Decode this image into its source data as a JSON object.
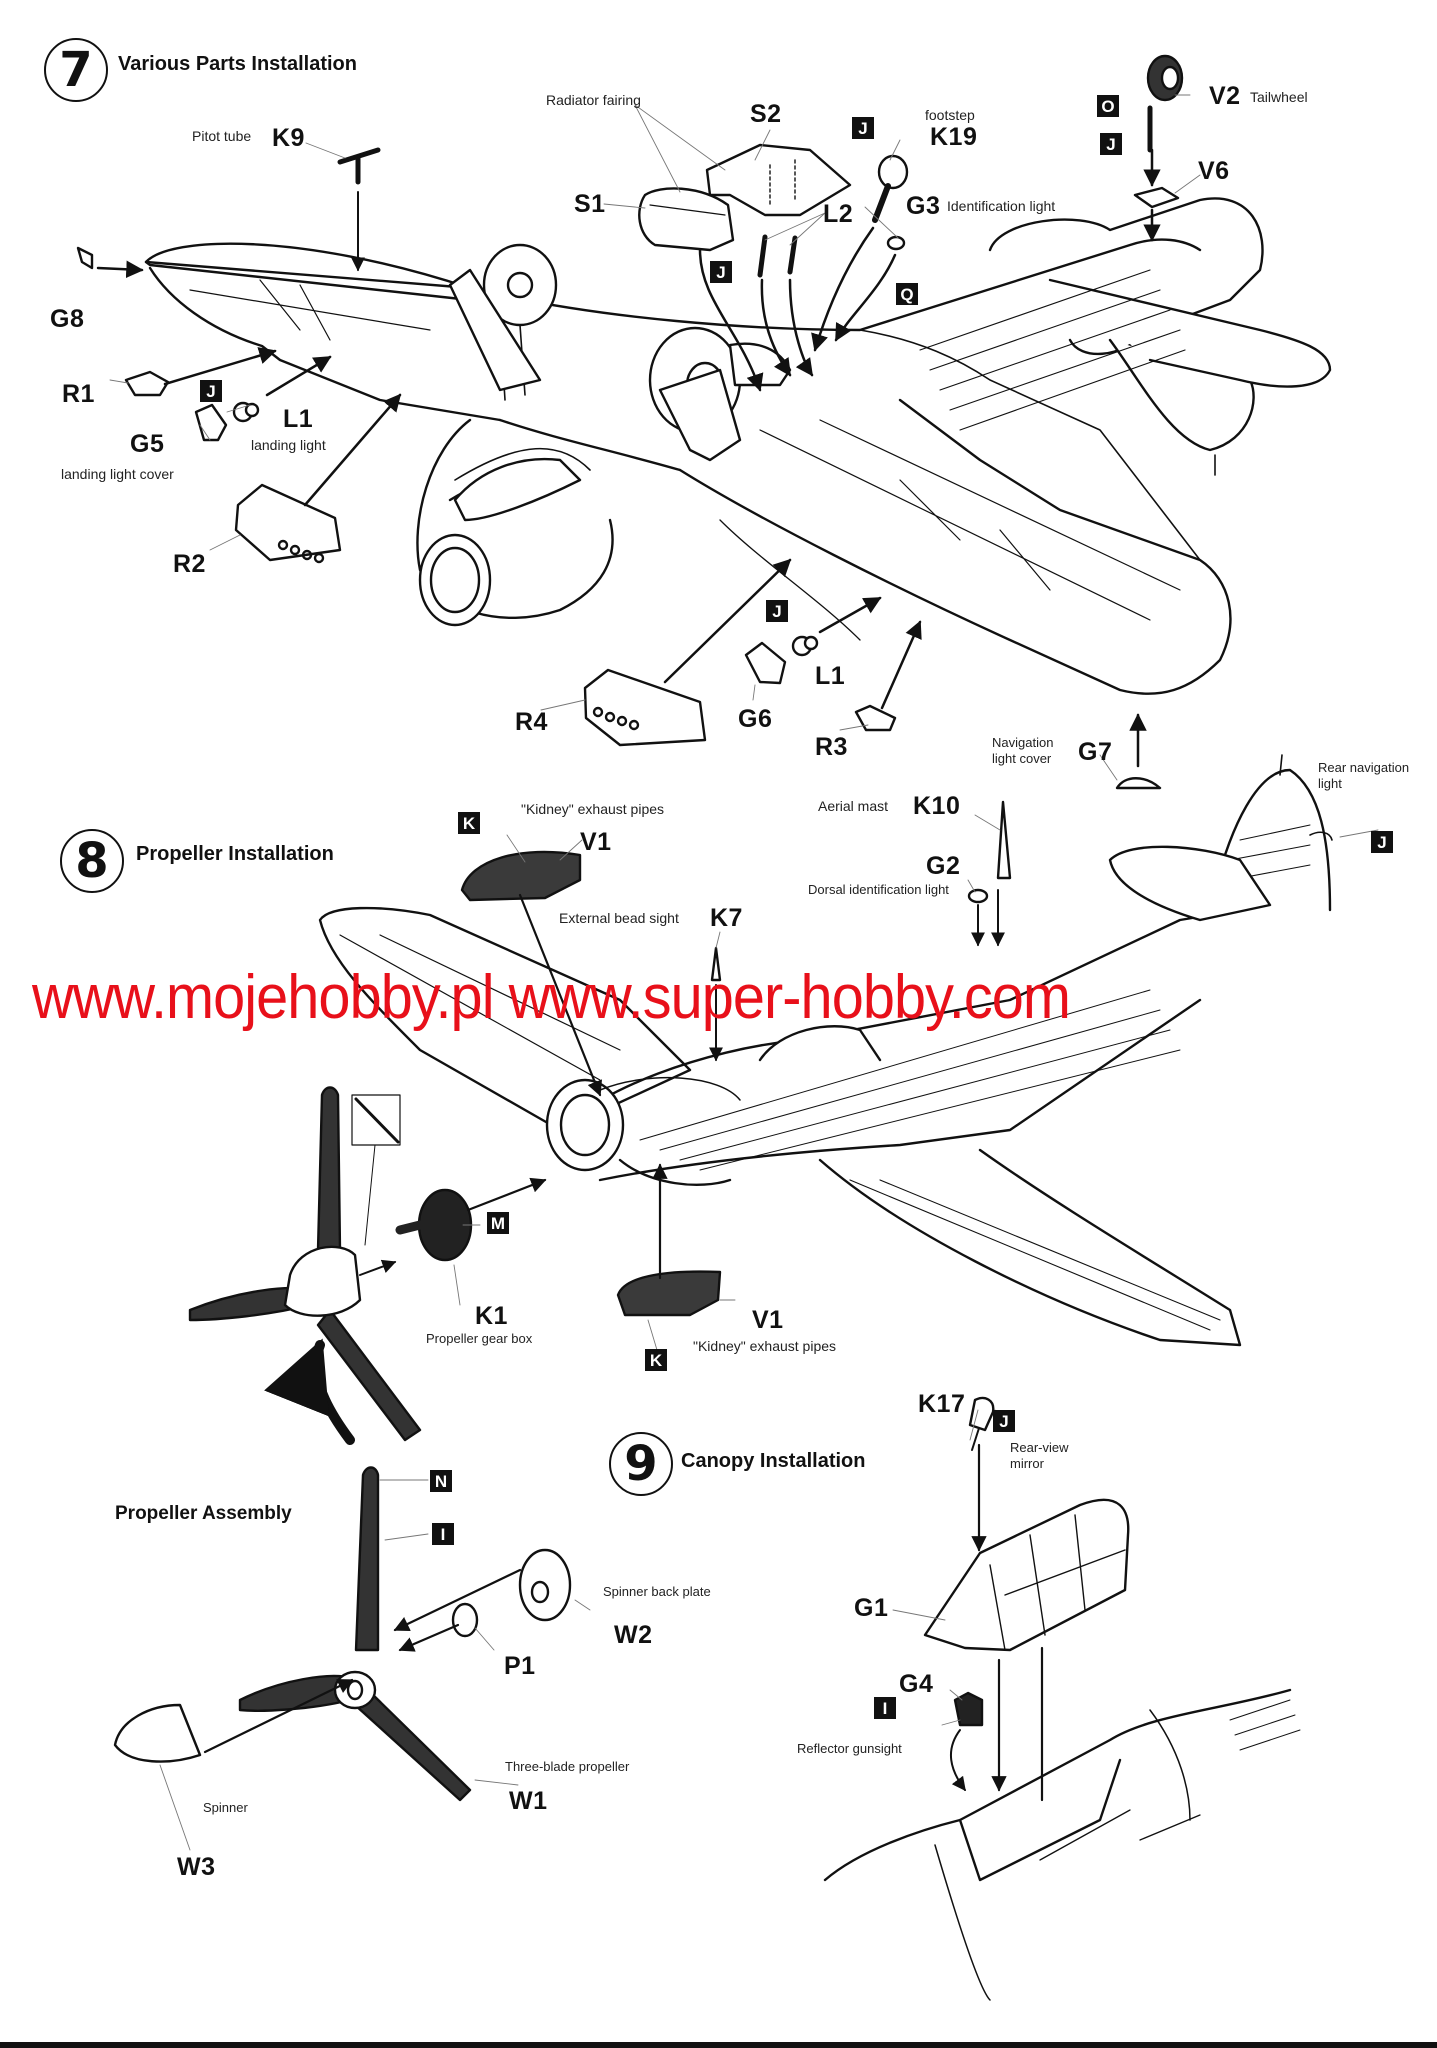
{
  "steps": [
    {
      "number": "7",
      "title": "Various Parts Installation",
      "parts": [
        {
          "code": "K9",
          "description": "Pitot tube"
        },
        {
          "code": "S1",
          "description": "Radiator fairing"
        },
        {
          "code": "S2",
          "description": "Radiator fairing"
        },
        {
          "code": "K19",
          "description": "footstep"
        },
        {
          "code": "G3",
          "description": "Identification light"
        },
        {
          "code": "L2",
          "description": ""
        },
        {
          "code": "V2",
          "description": "Tailwheel"
        },
        {
          "code": "V6",
          "description": ""
        },
        {
          "code": "G8",
          "description": ""
        },
        {
          "code": "R1",
          "description": ""
        },
        {
          "code": "L1",
          "description": "landing light"
        },
        {
          "code": "G5",
          "description": "landing light cover"
        },
        {
          "code": "R2",
          "description": ""
        },
        {
          "code": "R4",
          "description": ""
        },
        {
          "code": "G6",
          "description": ""
        },
        {
          "code": "L1",
          "description": ""
        },
        {
          "code": "R3",
          "description": ""
        },
        {
          "code": "G7",
          "description": "Navigation light cover"
        }
      ],
      "color_tags": [
        "J",
        "J",
        "J",
        "O",
        "J",
        "Q",
        "J",
        "J"
      ]
    },
    {
      "number": "8",
      "title": "Propeller Installation",
      "parts": [
        {
          "code": "V1",
          "description": "\"Kidney\" exhaust pipes"
        },
        {
          "code": "K7",
          "description": "External bead sight"
        },
        {
          "code": "K10",
          "description": "Aerial mast"
        },
        {
          "code": "G2",
          "description": "Dorsal identification light"
        },
        {
          "code": "K1",
          "description": "Propeller gear box"
        },
        {
          "code": "V1",
          "description": "\"Kidney\" exhaust pipes"
        }
      ],
      "rear_nav_light": "Rear navigation light",
      "color_tags": [
        "K",
        "J",
        "M",
        "K"
      ],
      "sub_assembly": {
        "title": "Propeller Assembly",
        "parts": [
          {
            "code": "W2",
            "description": "Spinner back plate"
          },
          {
            "code": "P1",
            "description": ""
          },
          {
            "code": "W1",
            "description": "Three-blade propeller"
          },
          {
            "code": "W3",
            "description": "Spinner"
          }
        ],
        "color_tags": [
          "N",
          "I"
        ]
      }
    },
    {
      "number": "9",
      "title": "Canopy Installation",
      "parts": [
        {
          "code": "K17",
          "description": "Rear-view mirror"
        },
        {
          "code": "G1",
          "description": ""
        },
        {
          "code": "G4",
          "description": "Reflector gunsight"
        }
      ],
      "color_tags": [
        "J",
        "I"
      ]
    }
  ],
  "watermark": "www.mojehobby.pl www.super-hobby.com",
  "colors": {
    "ink": "#111111",
    "paper": "#ffffff",
    "watermark": "#e8101a",
    "paint_fill": "#3a3a3a"
  }
}
